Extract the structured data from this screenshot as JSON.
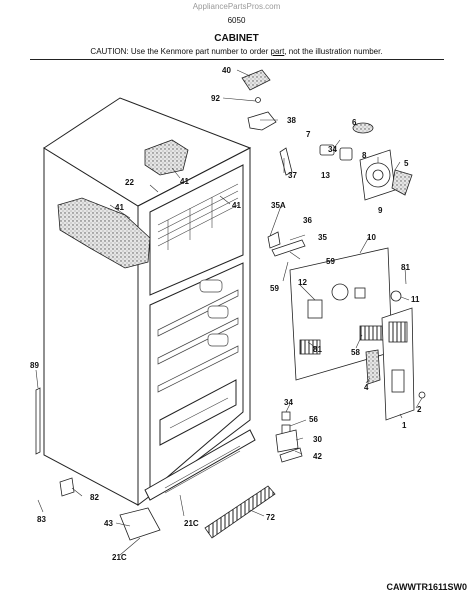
{
  "header": {
    "site": "AppliancePartsPros.com",
    "code": "6050",
    "title": "CABINET",
    "caution_before": "CAUTION: Use the Kenmore part number to order ",
    "caution_link": "part",
    "caution_after": ", not the illustration number."
  },
  "footer": {
    "model": "CAWWTR1611SW0"
  },
  "callouts": [
    "40",
    "92",
    "38",
    "7",
    "6",
    "34",
    "13",
    "8",
    "5",
    "37",
    "41",
    "22",
    "41",
    "41",
    "35A",
    "36",
    "9",
    "35",
    "10",
    "59",
    "59",
    "81",
    "12",
    "11",
    "81",
    "58",
    "4",
    "89",
    "34",
    "56",
    "1",
    "2",
    "30",
    "42",
    "82",
    "83",
    "43",
    "21C",
    "72",
    "21C"
  ]
}
